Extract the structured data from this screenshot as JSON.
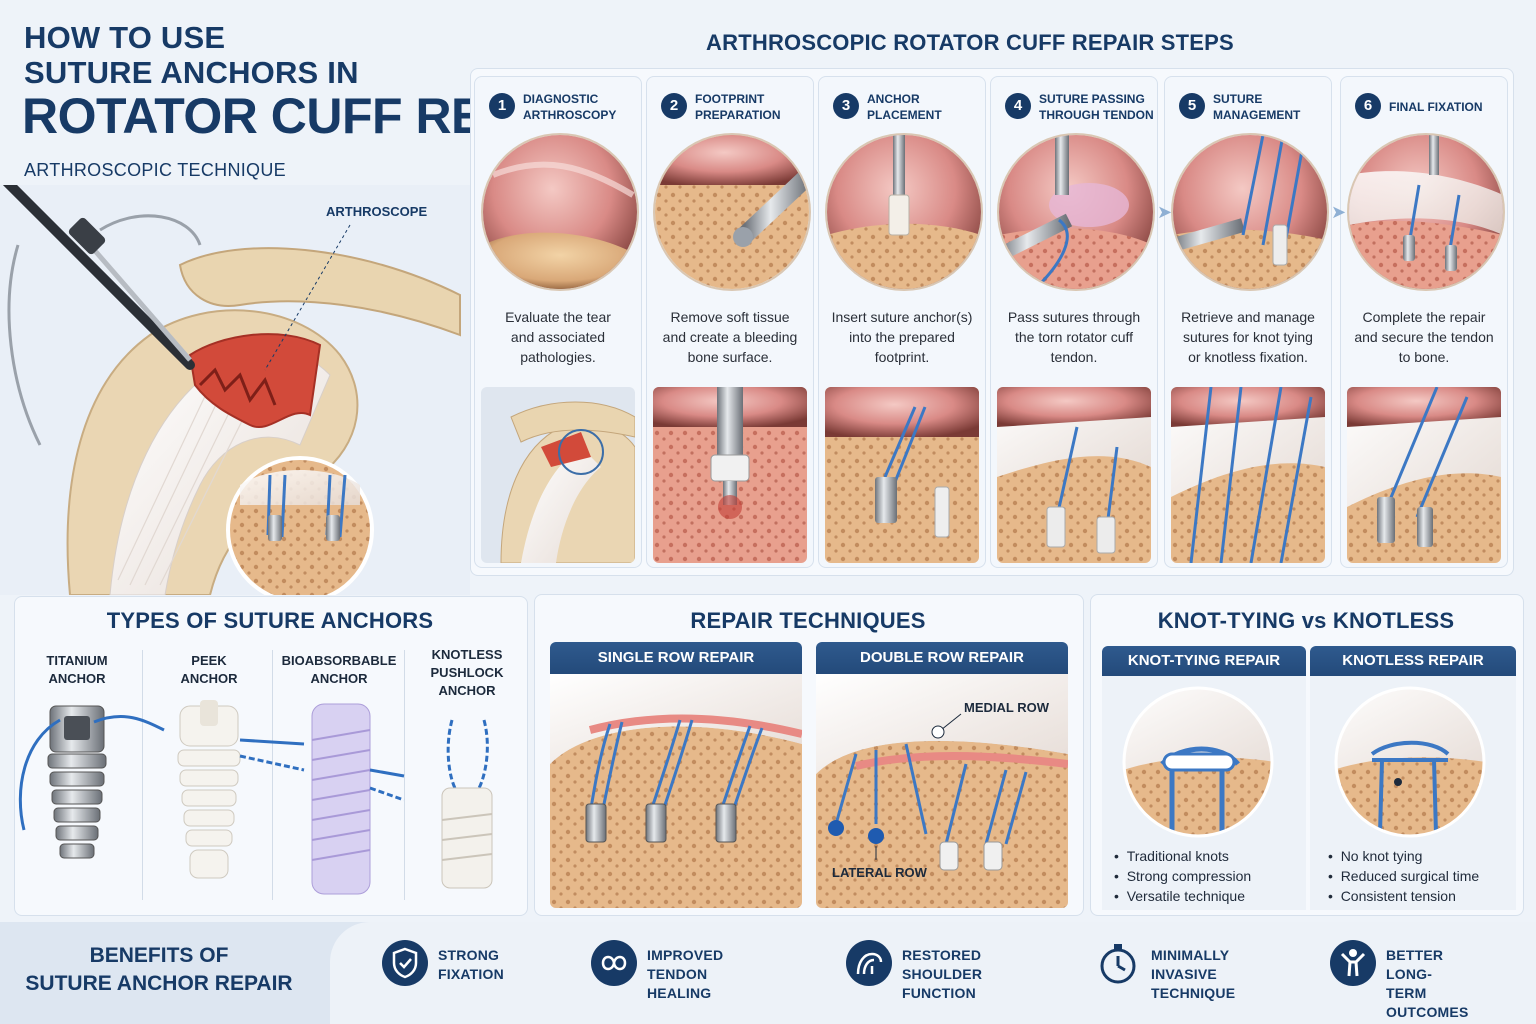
{
  "header": {
    "line1": "HOW TO USE",
    "line2": "SUTURE ANCHORS IN",
    "line3": "ROTATOR CUFF REPAIR",
    "subtitle": "ARTHROSCOPIC TECHNIQUE",
    "arthroscope_label": "ARTHROSCOPE"
  },
  "steps_section": {
    "title": "ARTHROSCOPIC ROTATOR CUFF REPAIR STEPS",
    "steps": [
      {
        "num": "1",
        "title_1": "DIAGNOSTIC",
        "title_2": "ARTHROSCOPY",
        "desc_1": "Evaluate the tear",
        "desc_2": "and associated",
        "desc_3": "pathologies."
      },
      {
        "num": "2",
        "title_1": "FOOTPRINT",
        "title_2": "PREPARATION",
        "desc_1": "Remove soft tissue",
        "desc_2": "and create a bleeding",
        "desc_3": "bone surface."
      },
      {
        "num": "3",
        "title_1": "ANCHOR",
        "title_2": "PLACEMENT",
        "desc_1": "Insert suture anchor(s)",
        "desc_2": "into the prepared",
        "desc_3": "footprint."
      },
      {
        "num": "4",
        "title_1": "SUTURE PASSING",
        "title_2": "THROUGH TENDON",
        "desc_1": "Pass sutures through",
        "desc_2": "the torn rotator cuff",
        "desc_3": "tendon."
      },
      {
        "num": "5",
        "title_1": "SUTURE",
        "title_2": "MANAGEMENT",
        "desc_1": "Retrieve and manage",
        "desc_2": "sutures for knot tying",
        "desc_3": "or knotless fixation."
      },
      {
        "num": "6",
        "title_1": "FINAL FIXATION",
        "title_2": "",
        "desc_1": "Complete the repair",
        "desc_2": "and secure the tendon",
        "desc_3": "to bone."
      }
    ]
  },
  "anchors_section": {
    "title": "TYPES OF SUTURE ANCHORS",
    "types": [
      {
        "line1": "TITANIUM",
        "line2": "ANCHOR",
        "line3": ""
      },
      {
        "line1": "PEEK",
        "line2": "ANCHOR",
        "line3": ""
      },
      {
        "line1": "BIOABSORBABLE",
        "line2": "ANCHOR",
        "line3": ""
      },
      {
        "line1": "KNOTLESS",
        "line2": "PUSHLOCK",
        "line3": "ANCHOR"
      }
    ]
  },
  "techniques_section": {
    "title": "REPAIR TECHNIQUES",
    "single": "SINGLE ROW REPAIR",
    "double": "DOUBLE ROW REPAIR",
    "medial_row": "MEDIAL ROW",
    "lateral_row": "LATERAL ROW"
  },
  "knot_section": {
    "title": "KNOT-TYING vs KNOTLESS",
    "knot_tying": {
      "header": "KNOT-TYING REPAIR",
      "bullets": [
        "Traditional knots",
        "Strong compression",
        "Versatile technique"
      ]
    },
    "knotless": {
      "header": "KNOTLESS REPAIR",
      "bullets": [
        "No knot tying",
        "Reduced surgical time",
        "Consistent tension"
      ]
    }
  },
  "benefits": {
    "title_1": "BENEFITS OF",
    "title_2": "SUTURE ANCHOR REPAIR",
    "items": [
      {
        "line1": "STRONG",
        "line2": "FIXATION",
        "icon": "shield-check-icon"
      },
      {
        "line1": "IMPROVED TENDON",
        "line2": "HEALING",
        "icon": "healing-loop-icon"
      },
      {
        "line1": "RESTORED SHOULDER",
        "line2": "FUNCTION",
        "icon": "shoulder-icon"
      },
      {
        "line1": "MINIMALLY INVASIVE",
        "line2": "TECHNIQUE",
        "icon": "stopwatch-icon"
      },
      {
        "line1": "BETTER LONG-TERM",
        "line2": "OUTCOMES",
        "icon": "person-raised-arms-icon"
      }
    ]
  }
}
